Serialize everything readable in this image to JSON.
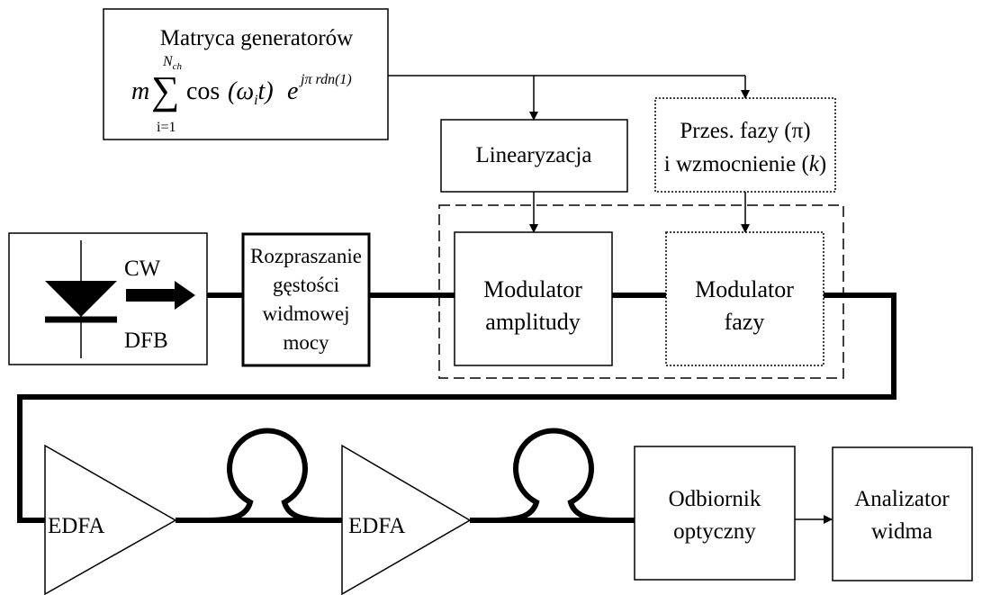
{
  "generator": {
    "title": "Matryca generatorów",
    "formula": {
      "m": "m",
      "sum_sign": "∑",
      "sum_upper": "N",
      "sum_upper_sub": "ch",
      "sum_lower": "i=1",
      "cos": "cos",
      "omega": "(ω",
      "omega_sub": "i",
      "t": "t)",
      "e": "e",
      "exponent": "jπ rdn(1)"
    }
  },
  "linearization": {
    "label": "Linearyzacja"
  },
  "phase_shift": {
    "line1": "Przes. fazy (π)",
    "line2_prefix": "i wzmocnienie (",
    "line2_k": "k",
    "line2_suffix": ")"
  },
  "laser": {
    "cw_label": "CW",
    "dfb_label": "DFB"
  },
  "scrambler": {
    "lines": [
      "Rozpraszanie",
      "gęstości",
      "widmowej",
      "mocy"
    ]
  },
  "amp_modulator": {
    "lines": [
      "Modulator",
      "amplitudy"
    ]
  },
  "phase_modulator": {
    "lines": [
      "Modulator",
      "fazy"
    ]
  },
  "edfa1": {
    "label": "EDFA"
  },
  "edfa2": {
    "label": "EDFA"
  },
  "receiver": {
    "lines": [
      "Odbiornik",
      "optyczny"
    ]
  },
  "analyzer": {
    "lines": [
      "Analizator",
      "widma"
    ]
  },
  "colors": {
    "line": "#000000",
    "background": "#ffffff"
  }
}
